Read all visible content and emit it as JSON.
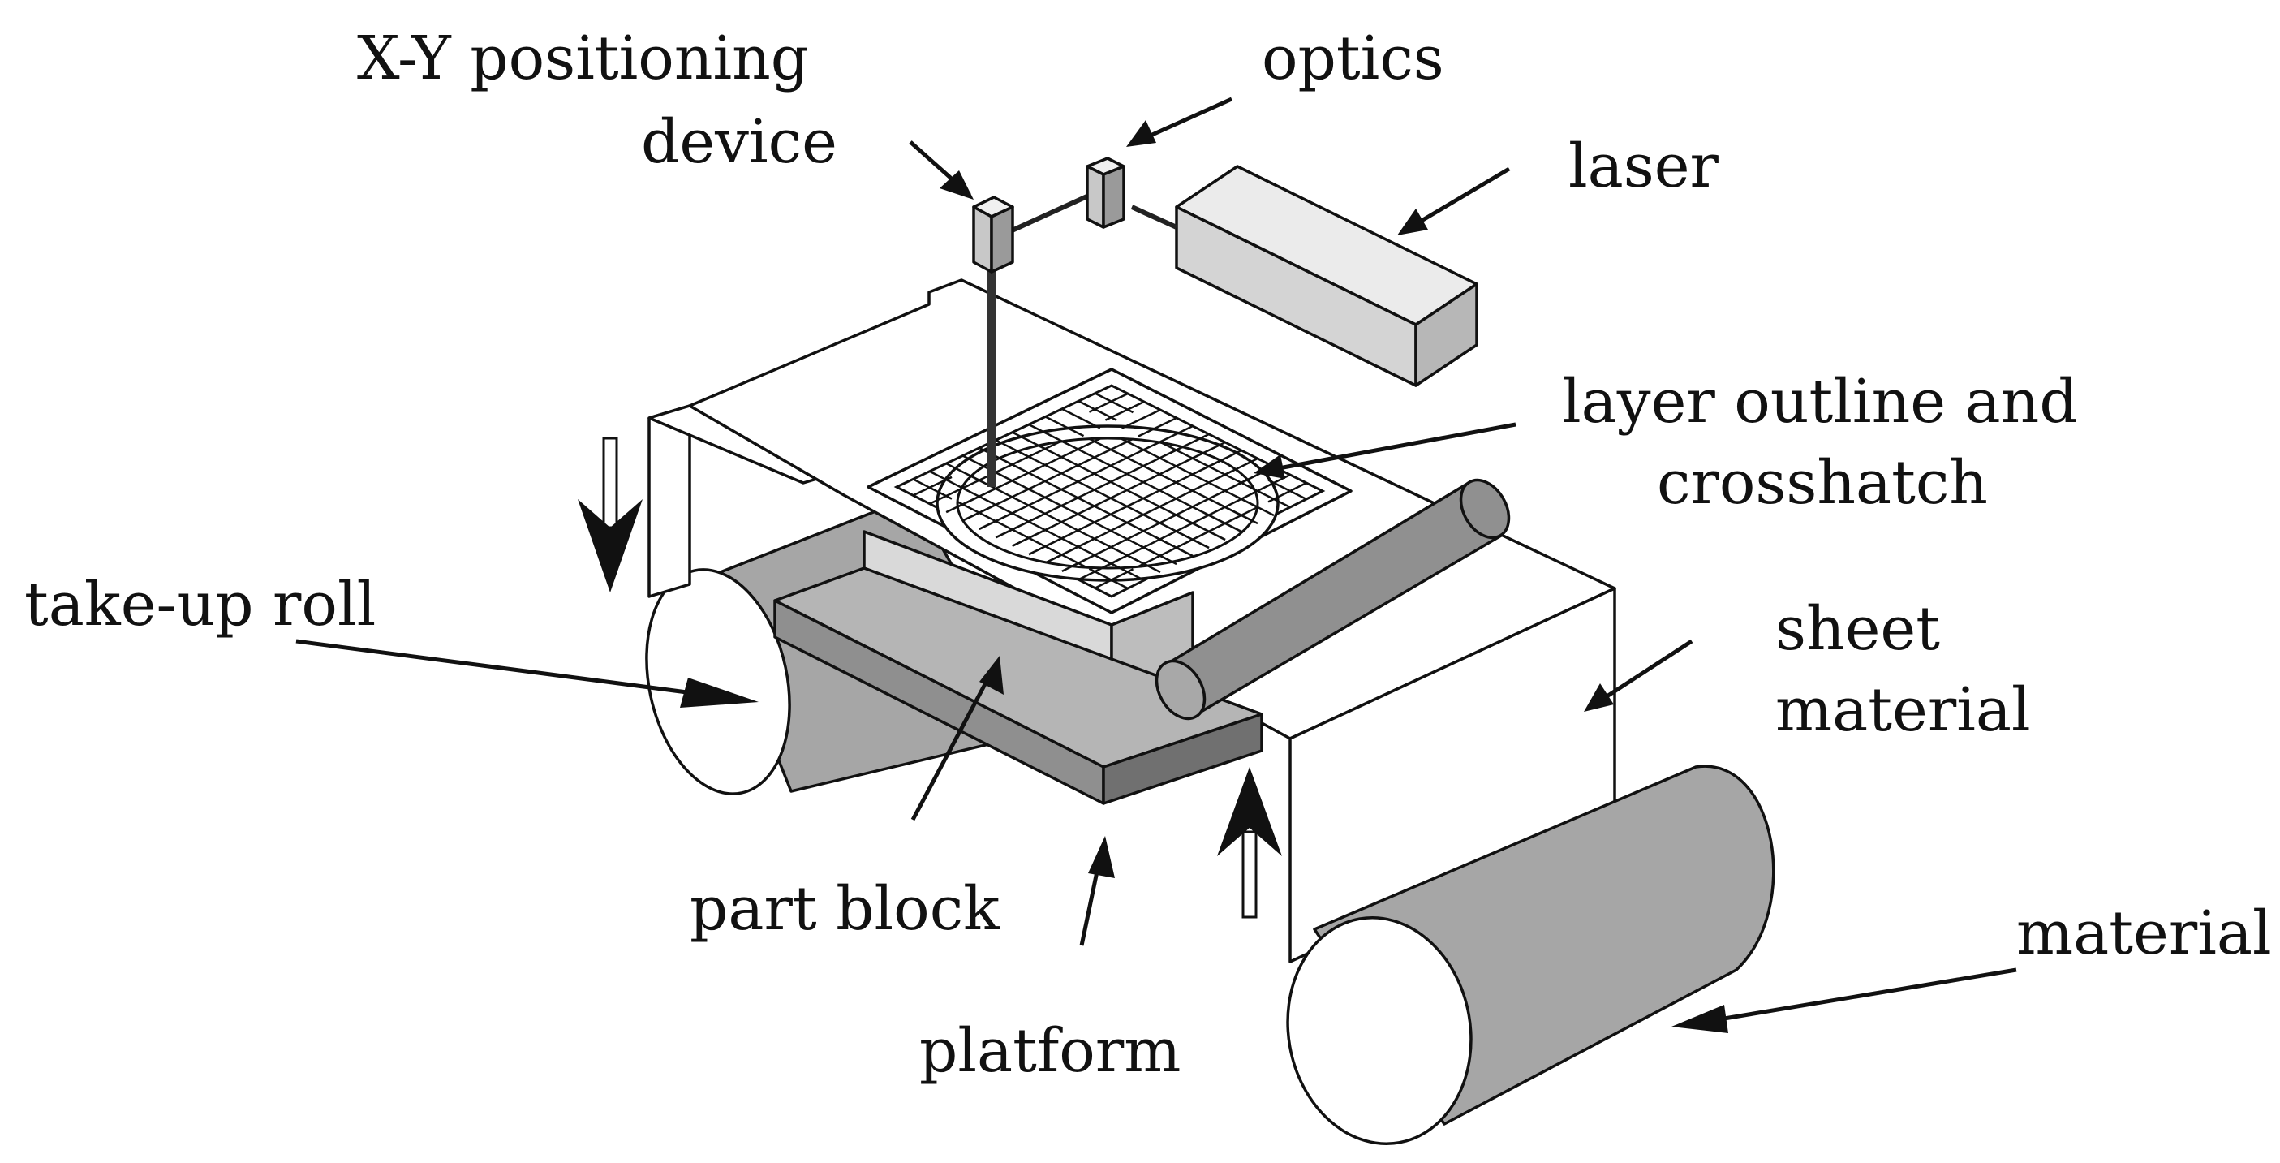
{
  "labels": {
    "xy_device_line1": "X-Y positioning",
    "xy_device_line2": "device",
    "optics": "optics",
    "laser": "laser",
    "layer_outline_line1": "layer outline and",
    "layer_outline_line2": "crosshatch",
    "take_up_roll": "take-up roll",
    "sheet_material_line1": "sheet",
    "sheet_material_line2": "material",
    "part_block": "part block",
    "platform": "platform",
    "material": "material"
  },
  "colors": {
    "roll_gray": "#a6a6a6",
    "roll_dark": "#8a8a8a",
    "light_gray": "#d9d9d9",
    "mid_gray": "#b5b5b5",
    "dark_gray": "#7a7a7a",
    "outline": "#111111",
    "paper": "#ffffff"
  }
}
